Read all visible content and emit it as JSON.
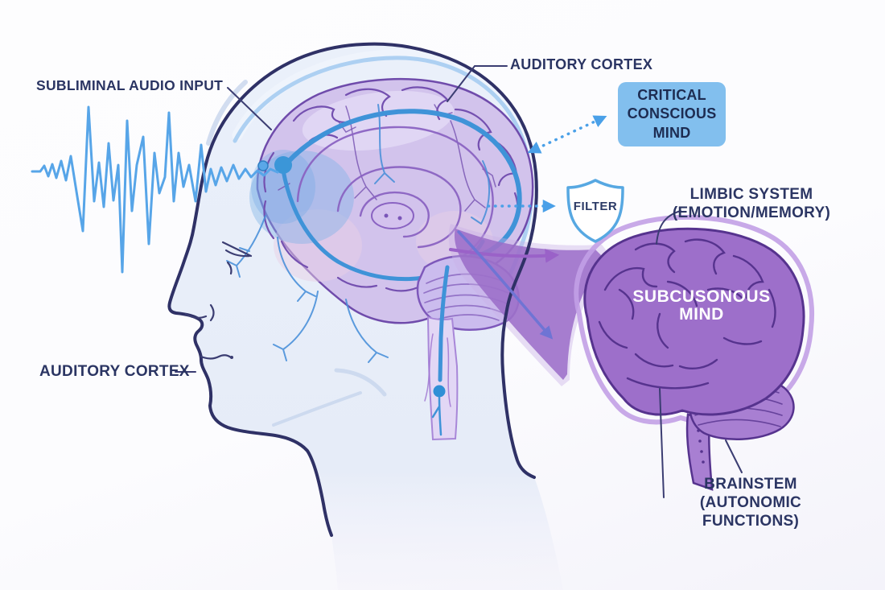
{
  "diagram": {
    "title_context": "Subliminal audio processing in the brain infographic",
    "labels": {
      "subliminal_audio_input": "SUBLIMINAL AUDIO INPUT",
      "auditory_cortex_top": "AUDITORY CORTEX",
      "critical_conscious_mind": "CRITICAL\nCONSCIOUS\nMIND",
      "filter": "FILTER",
      "limbic_system": "LIMBIC SYSTEM\n(EMOTION/MEMORY)",
      "subconscious_mind": "SUBCUSONOUS\nMIND",
      "auditory_cortex_left": "AUDITORY CORTEX",
      "brainstem": "BRAINSTEM\n(AUTONOMIC FUNCTIONS)"
    },
    "icons": {
      "filter_shield": "shield-icon",
      "audio_waveform": "waveform-icon",
      "arrows": [
        "dotted-double-arrow-to-conscious-mind",
        "dotted-arrow-to-filter",
        "purple-arrow-to-subconscious",
        "violet-arrow-downward"
      ]
    },
    "colors": {
      "label_text": "#2b3563",
      "conscious_box_bg": "#82bfee",
      "conscious_box_text": "#1d2c52",
      "subconscious_text": "#ffffff",
      "waveform_blue": "#57a5e8",
      "dotted_arrow_blue": "#4aa0e8",
      "pathway_blue": "#3f93d8",
      "head_outline_navy": "#2f3166",
      "head_fill": "#e9effa",
      "skull_arc_blue": "#a9cdf1",
      "brain_fill": "#d2c3ec",
      "brain_outline": "#6f4bab",
      "brain_gyri_purple": "#7450b0",
      "small_brain_fill": "#9d6fca",
      "small_brain_gyri": "#56338e",
      "funnel_purple": "#9a6cc8",
      "purple_arrow": "#9a62c8",
      "violet_arrow": "#6f74d4",
      "shield_blue": "#57a8e2",
      "shield_fill_left": "#b5dcf7"
    }
  }
}
